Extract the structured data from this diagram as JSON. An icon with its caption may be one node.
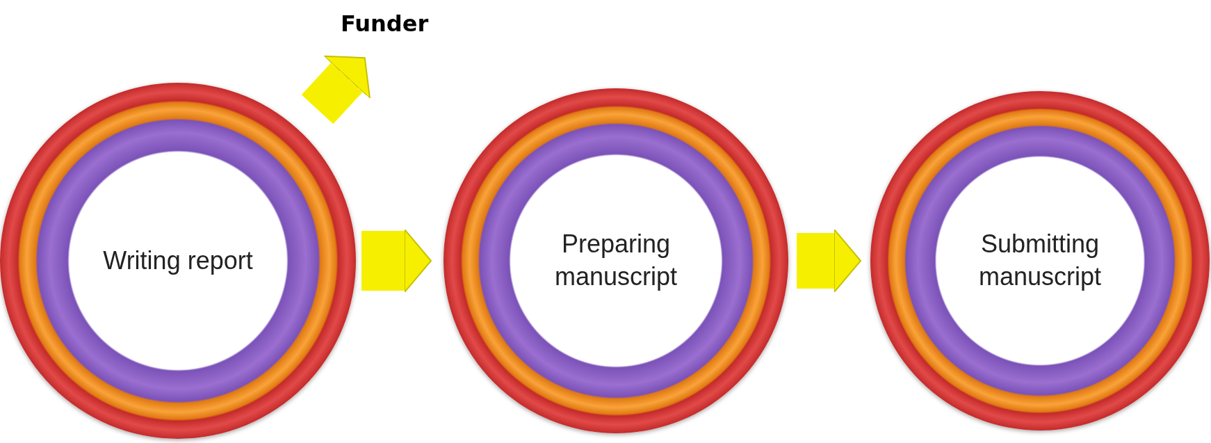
{
  "diagram": {
    "nodes": [
      {
        "text": [
          "Writing report"
        ]
      },
      {
        "text": [
          "Preparing manuscript"
        ]
      },
      {
        "text": [
          "Submitting manuscript"
        ]
      },
      {
        "text": [
          "Funder"
        ]
      }
    ],
    "edges": [
      {
        "from": 0,
        "to": 1,
        "arrow": "to"
      },
      {
        "from": 1,
        "to": 2,
        "arrow": "to"
      },
      {
        "from": 0,
        "to": 3,
        "arrow": "to"
      }
    ]
  }
}
